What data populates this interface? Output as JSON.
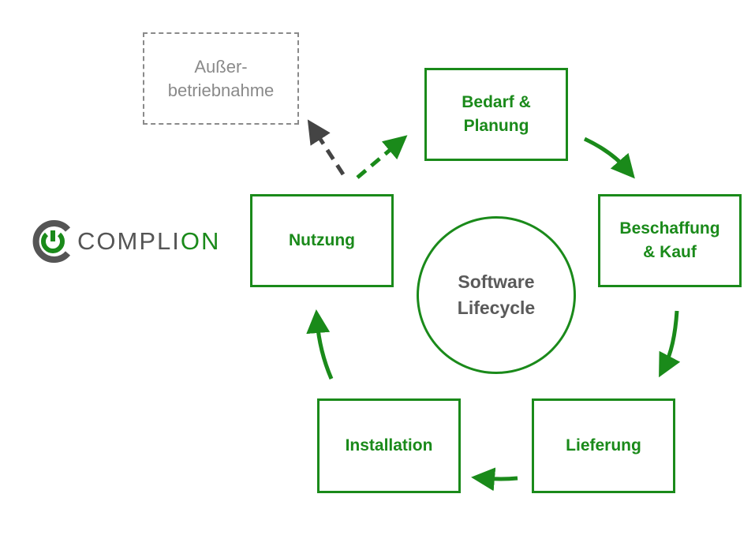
{
  "center": {
    "label": "Software\nLifecycle"
  },
  "stages": [
    {
      "id": "bedarf",
      "label": "Bedarf &\nPlanung"
    },
    {
      "id": "beschaffung",
      "label": "Beschaffung\n& Kauf"
    },
    {
      "id": "lieferung",
      "label": "Lieferung"
    },
    {
      "id": "installation",
      "label": "Installation"
    },
    {
      "id": "nutzung",
      "label": "Nutzung"
    }
  ],
  "decommission": {
    "label": "Außer-\nbetriebnahme"
  },
  "logo": {
    "text_main": "COMPLI",
    "text_accent": "ON"
  },
  "colors": {
    "primary": "#1a8a1a",
    "muted": "#8a8a8a",
    "text_dark": "#5a5a5a"
  }
}
